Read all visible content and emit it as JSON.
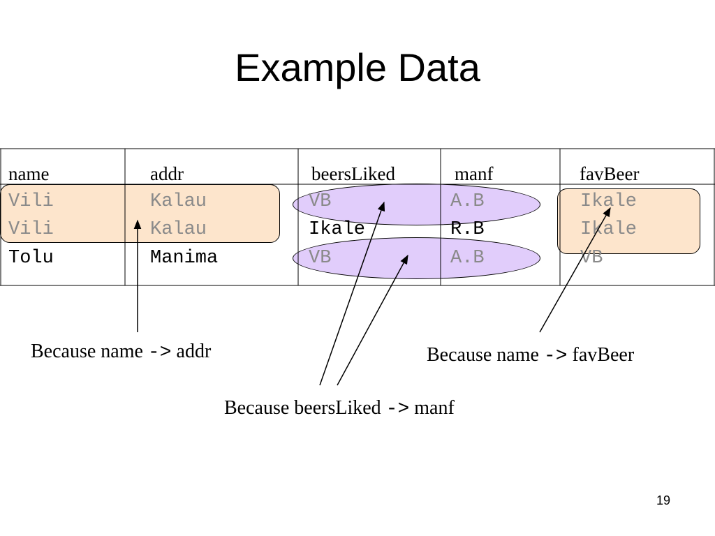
{
  "slide": {
    "title": "Example Data",
    "page_number": "19"
  },
  "table": {
    "headers": [
      "name",
      "addr",
      "beersLiked",
      "manf",
      "favBeer"
    ],
    "rows": [
      [
        "Vili",
        "Kalau",
        "VB",
        "A.B",
        "Ikale"
      ],
      [
        "Vili",
        "Kalau",
        "Ikale",
        "R.B",
        "Ikale"
      ],
      [
        "Tolu",
        "Manima",
        "VB",
        "A.B",
        "VB"
      ]
    ]
  },
  "captions": {
    "name_addr": {
      "prefix": "Because name ",
      "arrow": "->",
      "suffix": " addr"
    },
    "name_favbeer": {
      "prefix": "Because name ",
      "arrow": "->",
      "suffix": " favBeer"
    },
    "beersliked_manf": {
      "prefix": "Because beersLiked ",
      "arrow": "->",
      "suffix": " manf"
    }
  },
  "colors": {
    "highlight_fd": "#fde5cc",
    "highlight_mvd": "#e1cdfb",
    "repeated_value_text": "#8a8a8a"
  }
}
